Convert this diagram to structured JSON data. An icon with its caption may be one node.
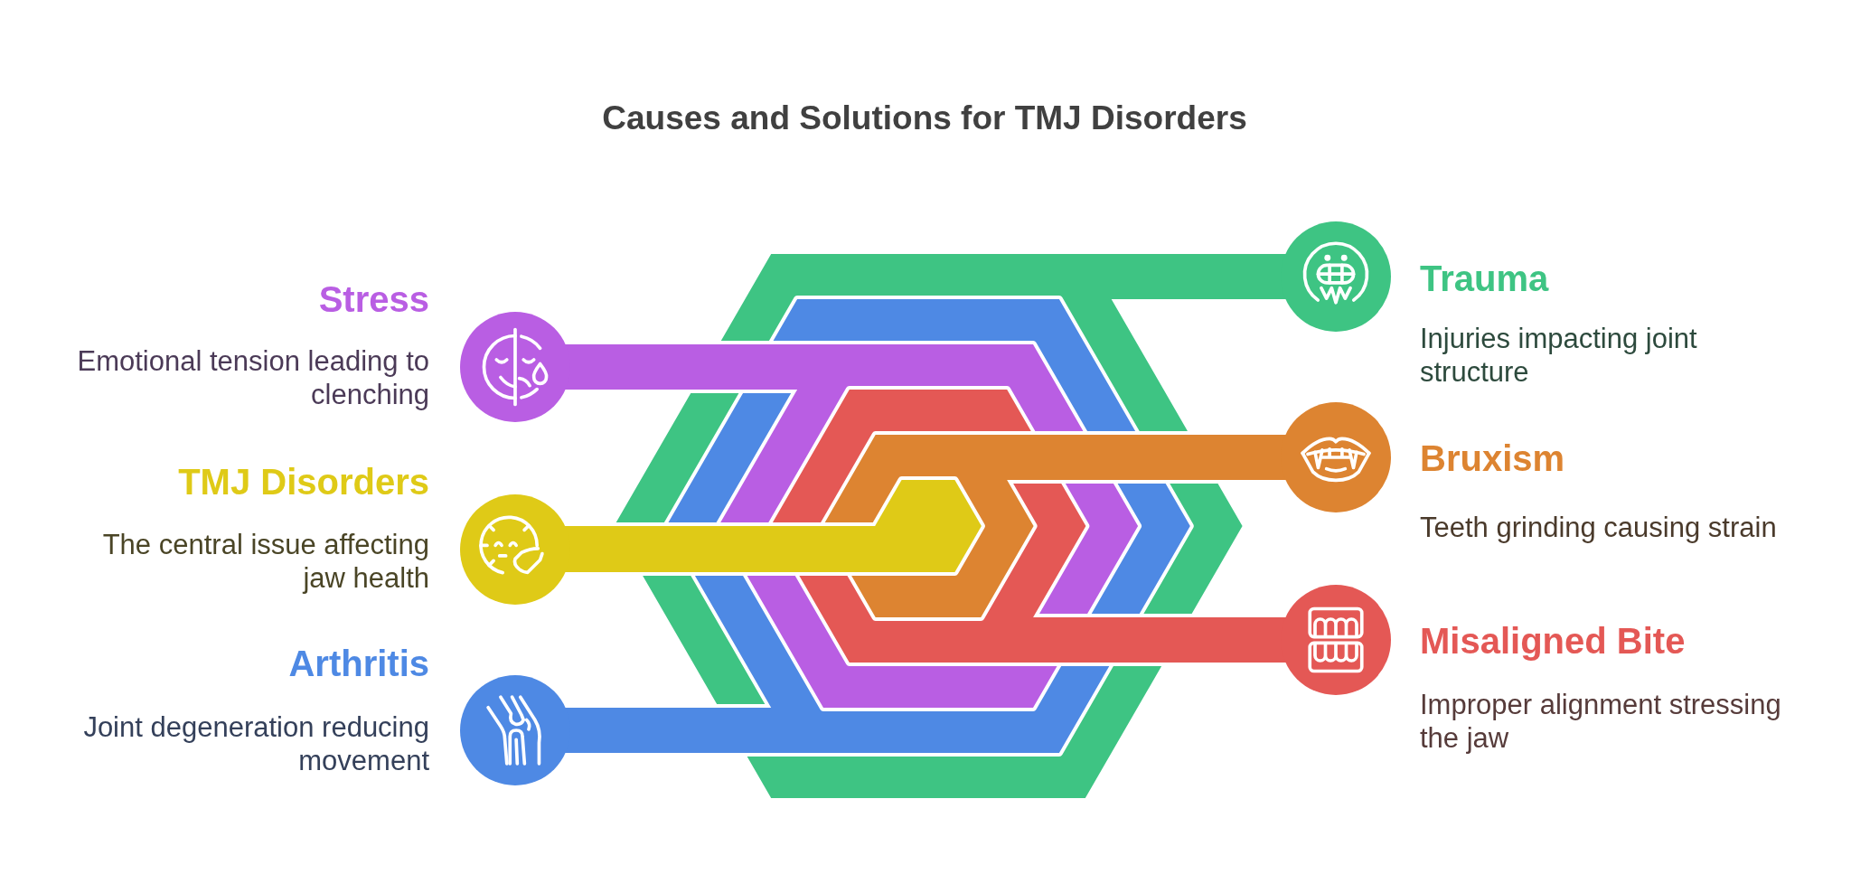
{
  "diagram": {
    "title": "Causes and Solutions for TMJ Disorders",
    "nodes": [
      {
        "text": [
          "Stress",
          "Emotional tension leading to clenching"
        ]
      },
      {
        "text": [
          "TMJ Disorders",
          "The central issue affecting jaw health"
        ]
      },
      {
        "text": [
          "Arthritis",
          "Joint degeneration reducing movement"
        ]
      },
      {
        "text": [
          "Trauma",
          "Injuries impacting joint structure"
        ]
      },
      {
        "text": [
          "Bruxism",
          "Teeth grinding causing strain"
        ]
      },
      {
        "text": [
          "Misaligned Bite",
          "Improper alignment stressing the jaw"
        ]
      }
    ]
  }
}
